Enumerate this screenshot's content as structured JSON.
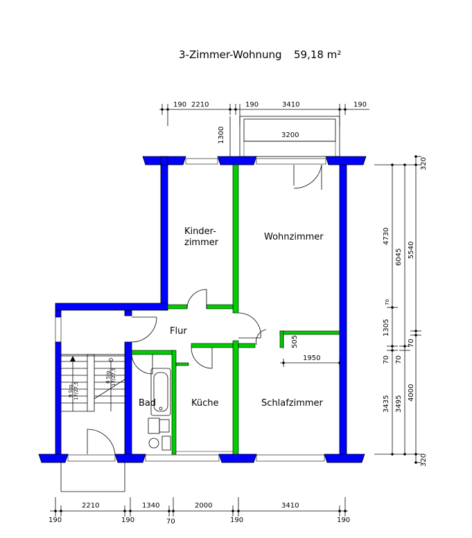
{
  "title": "3-Zimmer-Wohnung",
  "area": "59,18 m²",
  "rooms": {
    "kinder_1": "Kinder-",
    "kinder_2": "zimmer",
    "wohn": "Wohnzimmer",
    "flur": "Flur",
    "bad": "Bad",
    "kueche": "Küche",
    "schlaf": "Schlafzimmer"
  },
  "dims": {
    "top_190a": "190",
    "top_2210": "2210",
    "top_190b": "190",
    "top_3410": "3410",
    "top_190c": "190",
    "balcony_depth": "1300",
    "balcony_width": "3200",
    "right_320_top": "320",
    "right_4730": "4730",
    "right_6045": "6045",
    "right_5540": "5540",
    "right_70a": "70",
    "right_1305": "1305",
    "right_70b": "70",
    "right_70c": "70",
    "right_70d": "70",
    "right_3435": "3435",
    "right_3495": "3495",
    "right_4000": "4000",
    "right_320_bottom": "320",
    "inner_505": "505",
    "inner_1950": "1950",
    "bottom_2210": "2210",
    "bottom_1340": "1340",
    "bottom_2000": "2000",
    "bottom_3410": "3410",
    "bottom_190a": "190",
    "bottom_190b": "190",
    "bottom_70": "70",
    "bottom_190c": "190",
    "bottom_190d": "190"
  },
  "stairs": {
    "label_a": "9 Stg.",
    "label_a2": "17/27,5",
    "label_b": "8 Stg.",
    "label_b2": "17/27,5"
  },
  "colors": {
    "outer_wall": "#0000ff",
    "inner_wall": "#00cc00"
  }
}
